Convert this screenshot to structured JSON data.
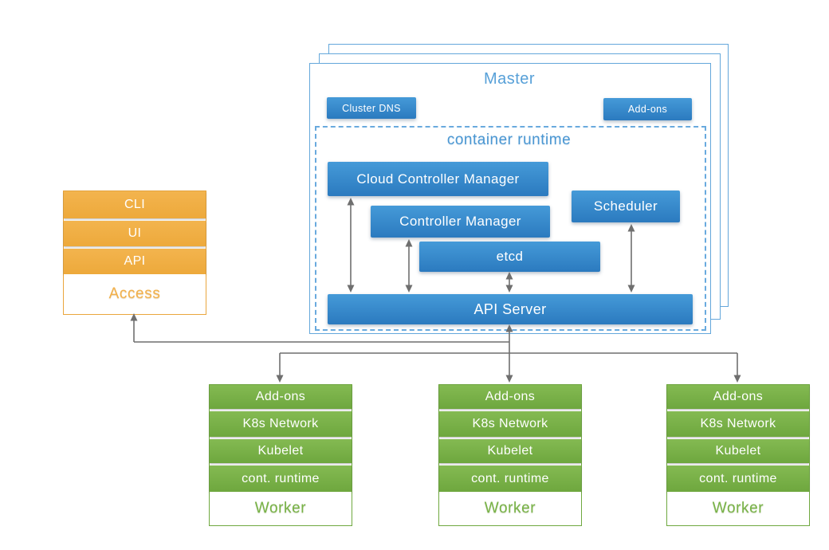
{
  "colors": {
    "node_blue": "#3787c8",
    "node_blue_border": "#64a7db",
    "title_blue": "#57a0d8",
    "access_orange": "#f0ad44",
    "worker_green": "#77b145",
    "arrow_gray": "#6f6f6f"
  },
  "master": {
    "title": "Master",
    "cluster_dns_label": "Cluster DNS",
    "addons_label": "Add-ons",
    "container_runtime": {
      "title": "container runtime",
      "cloud_controller_manager": "Cloud Controller Manager",
      "controller_manager": "Controller Manager",
      "scheduler": "Scheduler",
      "etcd": "etcd",
      "api_server": "API Server"
    }
  },
  "access_stack": {
    "items": [
      {
        "label": "CLI"
      },
      {
        "label": "UI"
      },
      {
        "label": "API"
      }
    ],
    "footer_label": "Access"
  },
  "workers": [
    {
      "rows": [
        "Add-ons",
        "K8s Network",
        "Kubelet",
        "cont. runtime"
      ],
      "footer_label": "Worker"
    },
    {
      "rows": [
        "Add-ons",
        "K8s Network",
        "Kubelet",
        "cont. runtime"
      ],
      "footer_label": "Worker"
    },
    {
      "rows": [
        "Add-ons",
        "K8s Network",
        "Kubelet",
        "cont. runtime"
      ],
      "footer_label": "Worker"
    }
  ]
}
